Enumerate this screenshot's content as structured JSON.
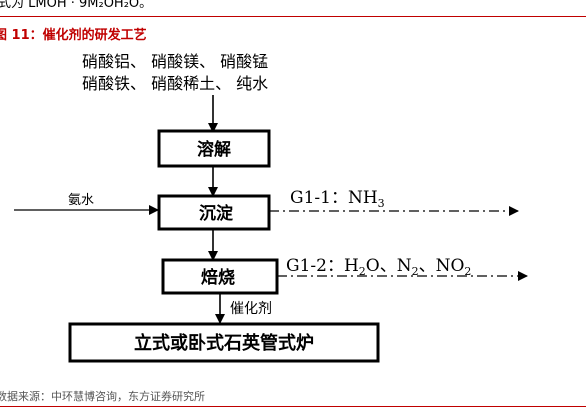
{
  "header_text": "式为 LMOH · 9M₂OH₂O。",
  "figure_title": "图 11：催化剂的研发工艺",
  "raw_materials": {
    "line1": "硝酸铝、 硝酸镁、 硝酸锰",
    "line2": "硝酸铁、 硝酸稀土、 纯水"
  },
  "steps": {
    "dissolve": "溶解",
    "precipitate": "沉淀",
    "roast": "焙烧",
    "furnace": "立式或卧式石英管式炉"
  },
  "inputs": {
    "ammonia": "氨水",
    "catalyst": "催化剂"
  },
  "emissions": {
    "g1_1": {
      "label": "G1-1：",
      "nh": "NH",
      "sub": "3"
    },
    "g1_2": {
      "label": "G1-2：",
      "h2o_h": "H",
      "h2o_sub": "2",
      "h2o_o": "O、",
      "n": "N",
      "n_sub": "2",
      "n_sep": "、",
      "no": "NO",
      "no_sub": "2"
    }
  },
  "source": "数据来源：中环慧博咨询，东方证券研究所"
}
